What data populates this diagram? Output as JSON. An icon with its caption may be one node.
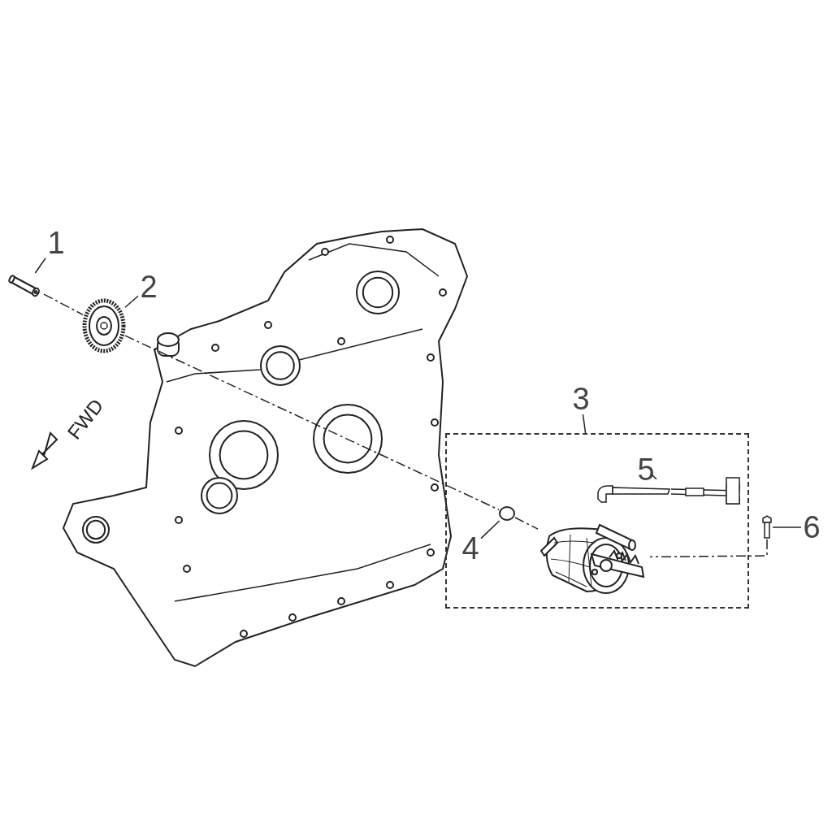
{
  "diagram": {
    "nodes": [
      {
        "text": [
          "1"
        ]
      },
      {
        "text": [],
        "shape": "picture"
      },
      {
        "text": [
          "2"
        ]
      },
      {
        "text": [],
        "shape": "picture"
      },
      {
        "text": [
          "3"
        ]
      },
      {
        "text": [],
        "shape": "box"
      },
      {
        "text": [
          "4"
        ],
        "in": 5
      },
      {
        "text": [],
        "shape": "circle",
        "in": 5
      },
      {
        "text": [
          "5"
        ],
        "in": 5
      },
      {
        "text": [],
        "shape": "picture",
        "in": 5
      },
      {
        "text": [],
        "shape": "picture",
        "in": 5
      },
      {
        "text": [
          "6"
        ]
      },
      {
        "text": [],
        "shape": "picture"
      }
    ],
    "edges": [
      {
        "from": 0,
        "to": 1,
        "arrow": "none"
      },
      {
        "from": 2,
        "to": 3,
        "arrow": "none"
      },
      {
        "from": 4,
        "to": 5,
        "arrow": "none"
      },
      {
        "from": 6,
        "to": 7,
        "arrow": "none"
      },
      {
        "from": 8,
        "to": 9,
        "arrow": "none"
      },
      {
        "from": 11,
        "to": 12,
        "arrow": "none"
      },
      {
        "from": 1,
        "to": 3,
        "arrow": "none",
        "style": "dashed"
      },
      {
        "from": 3,
        "to": 7,
        "arrow": "none",
        "style": "dashed"
      },
      {
        "from": 7,
        "to": 10,
        "arrow": "none",
        "style": "dashed"
      },
      {
        "from": 12,
        "to": 10,
        "arrow": "none",
        "style": "dashed"
      }
    ],
    "labels": [
      "FWD"
    ]
  }
}
